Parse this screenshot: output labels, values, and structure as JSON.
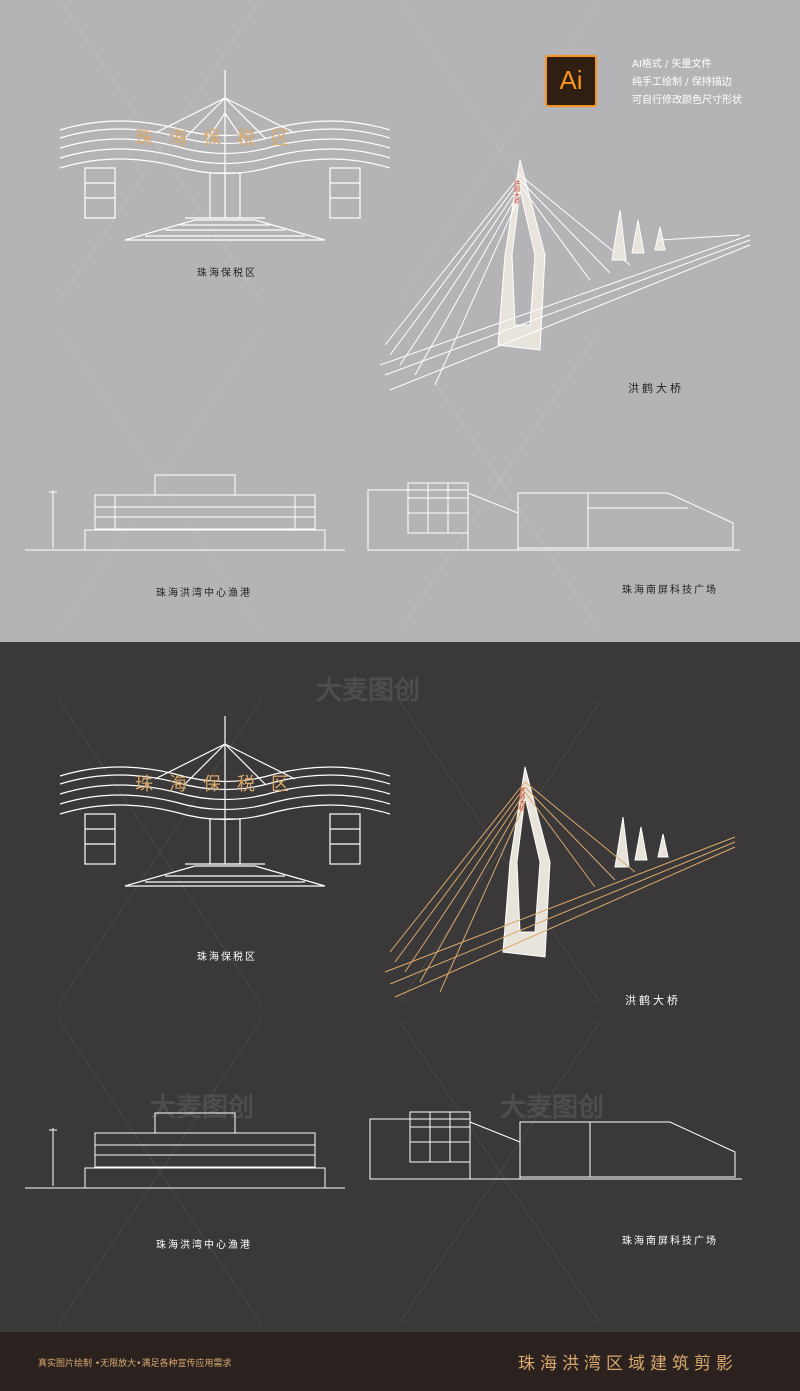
{
  "badge": {
    "label": "Ai",
    "icon": "adobe-illustrator-icon"
  },
  "info_lines": [
    "AI格式 / 矢量文件",
    "纯手工绘制 / 保持描边",
    "可自行修改颜色尺寸形状"
  ],
  "top": {
    "captions": {
      "bonded": "珠海保税区",
      "bridge": "洪鹤大桥",
      "fishport": "珠海洪湾中心渔港",
      "plaza": "珠海南屏科技广场"
    },
    "gate_sign": "珠海保税区",
    "bridge_tower_text": "洪鹤大桥"
  },
  "bottom": {
    "watermark": "大麦图创",
    "captions": {
      "bonded": "珠海保税区",
      "bridge": "洪鹤大桥",
      "fishport": "珠海洪湾中心渔港",
      "plaza": "珠海南屏科技广场"
    },
    "gate_sign": "珠海保税区",
    "bridge_tower_text": "洪鹤大桥"
  },
  "footer": {
    "left": "真实图片绘制 •无限放大•满足各种宣传应用需求",
    "right": "珠海洪湾区域建筑剪影"
  },
  "colors": {
    "top_bg": "#b4b4b6",
    "bottom_bg": "#3a3838",
    "footer_bg": "#2b2220",
    "accent": "#d9a86c",
    "line": "#ffffff"
  }
}
